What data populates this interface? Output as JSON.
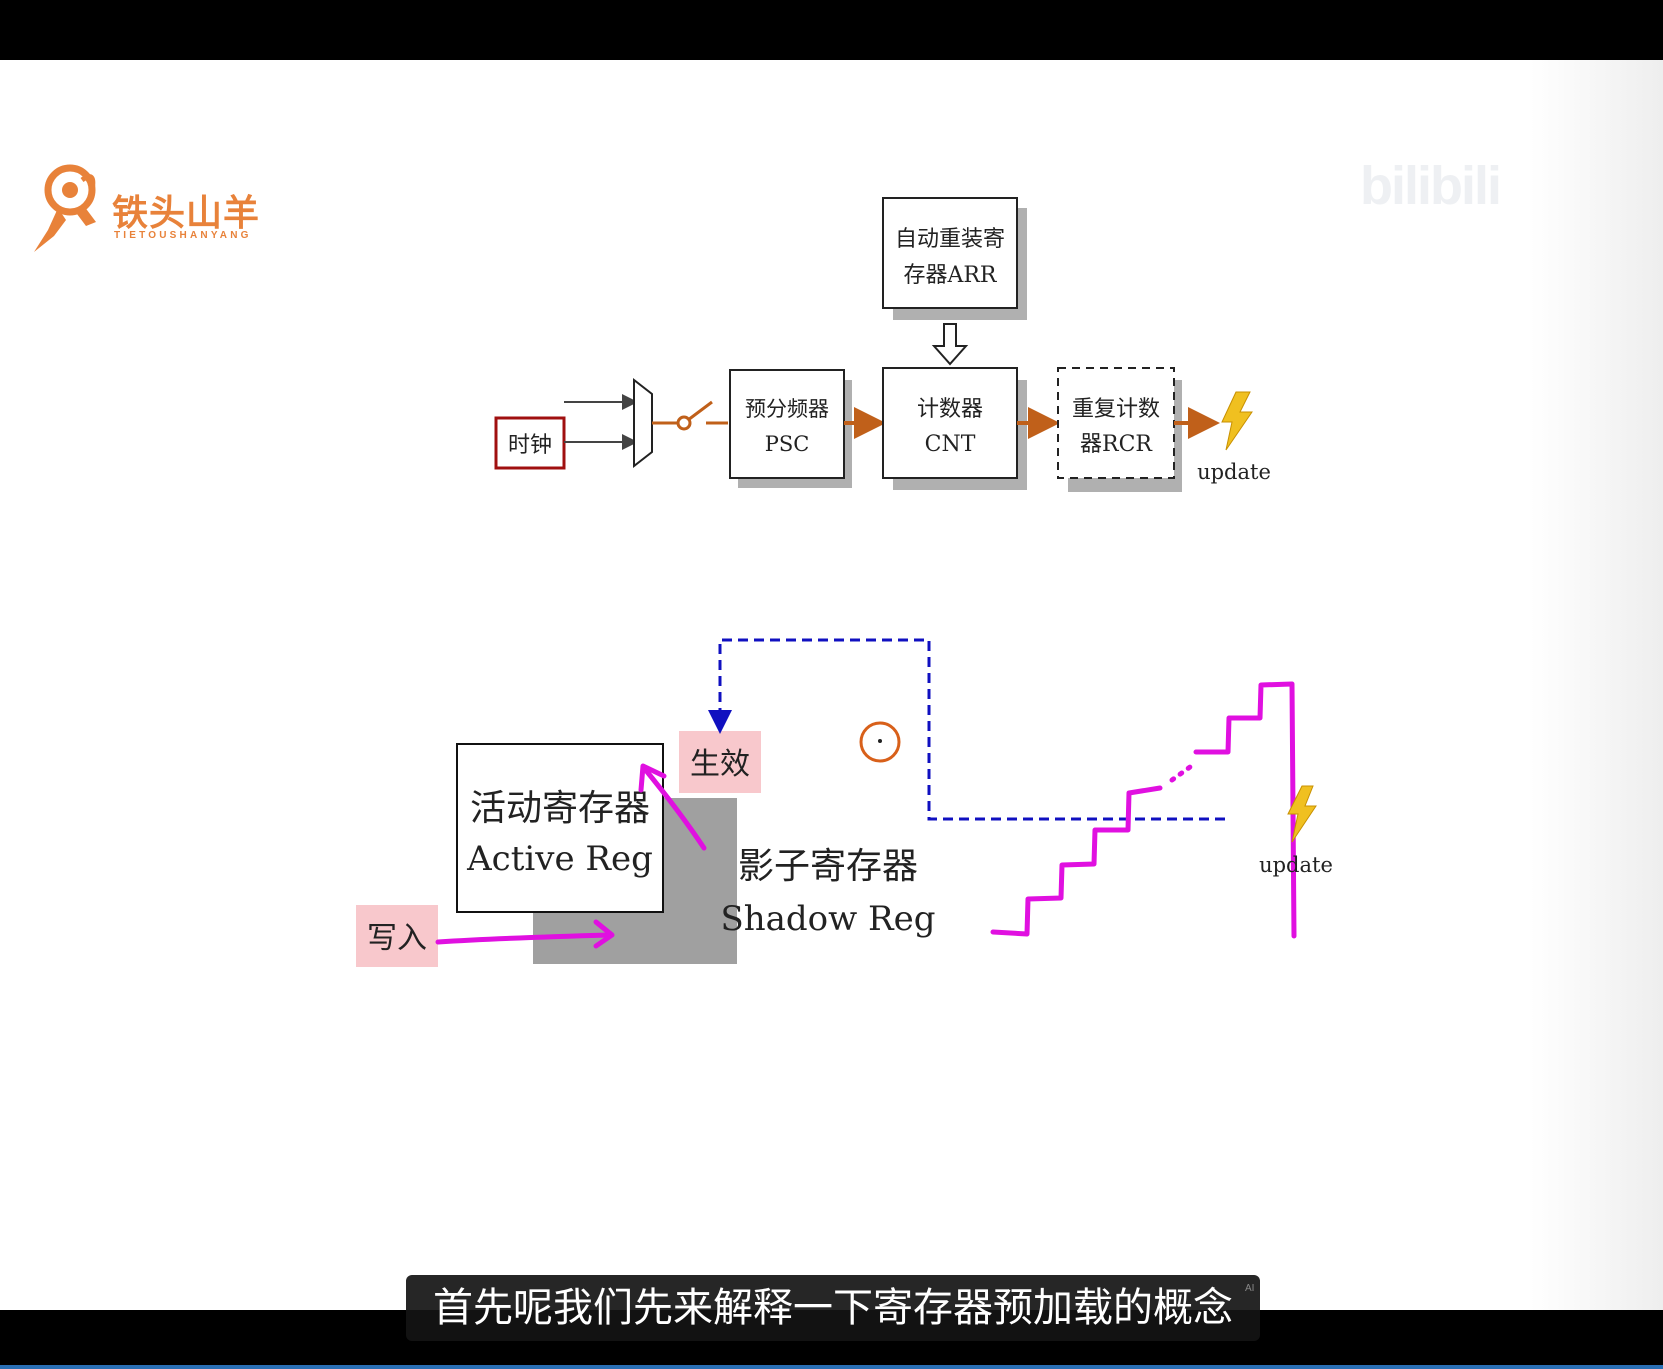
{
  "video": {
    "subtitle": "首先呢我们先来解释一下寄存器预加载的概念",
    "subtitle_badge": "AI"
  },
  "branding": {
    "channel_name": "铁头山羊",
    "channel_name_latin": "TIETOUSHANYANG",
    "platform_watermark": "bilibili"
  },
  "top_diagram": {
    "clock_label": "时钟",
    "psc_line1": "预分频器",
    "psc_line2": "PSC",
    "arr_line1": "自动重装寄",
    "arr_line2": "存器ARR",
    "cnt_line1": "计数器",
    "cnt_line2": "CNT",
    "rcr_line1": "重复计数",
    "rcr_line2": "器RCR",
    "update_label": "update"
  },
  "bottom_diagram": {
    "active_reg_cn": "活动寄存器",
    "active_reg_en": "Active Reg",
    "shadow_reg_cn": "影子寄存器",
    "shadow_reg_en": "Shadow Reg",
    "write_tag": "写入",
    "effect_tag": "生效",
    "update_label": "update"
  },
  "colors": {
    "brand_orange": "#e8823a",
    "clock_border": "#a01010",
    "arrow_brown": "#c0601a",
    "annotation_magenta": "#e010e0",
    "dashed_blue": "#1010c0",
    "tag_pink": "#f8c8cc",
    "shadow_gray": "#a0a0a0",
    "lightning": "#f0c020"
  }
}
